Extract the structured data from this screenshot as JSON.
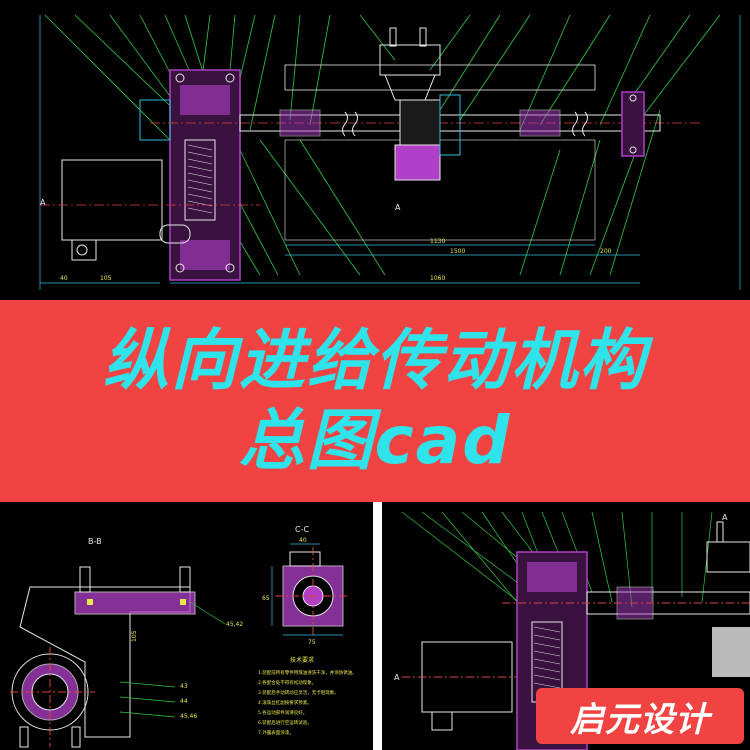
{
  "banner": {
    "title_line1": "纵向进给传动机构",
    "title_line2": "总图cad"
  },
  "watermark": {
    "label": "启元设计"
  },
  "colors": {
    "banner_bg": "#f24343",
    "title_text": "#2fe3ea",
    "cad_bg": "#000000",
    "cad_magenta": "#b040c8",
    "cad_green": "#2ecc40",
    "cad_white": "#e8e8e8",
    "cad_cyan": "#30c0e0",
    "cad_yellow": "#e8e84a"
  },
  "top_drawing": {
    "section_marks": [
      "A",
      "A"
    ],
    "dimensions": [
      "105",
      "1060",
      "1130",
      "1500",
      "40",
      "200"
    ]
  },
  "bottom_left_drawing": {
    "view_labels": [
      "B-B",
      "C-C"
    ],
    "dimensions": [
      "40",
      "75",
      "65",
      "45,42",
      "43",
      "44",
      "45,46",
      "105"
    ],
    "notes_title": "技术要求",
    "notes_lines": [
      "1.装配前所有零件用煤油清洗干净，并涂防锈油。",
      "2.各配合处不得有松动现象。",
      "3.装配后手动转动应灵活，无卡阻现象。",
      "4.滚珠丝杠副按要求预紧。",
      "5.各运动部件润滑良好。",
      "6.装配后进行空运转试验。",
      "7.外露表面涂漆。"
    ]
  },
  "bottom_right_drawing": {
    "section_marks": [
      "A",
      "A"
    ]
  }
}
